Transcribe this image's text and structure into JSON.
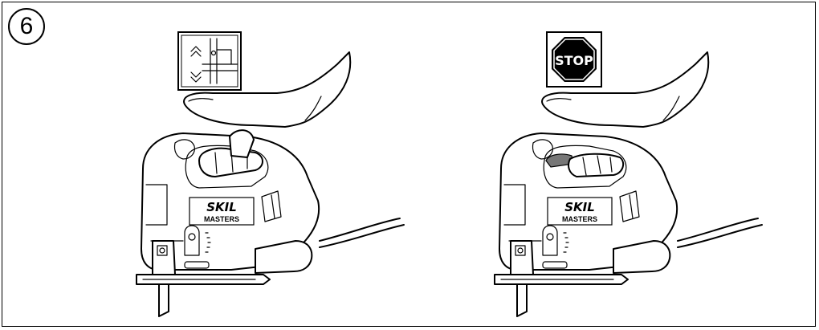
{
  "step": {
    "number": "6"
  },
  "left_panel": {
    "icon": "blade-height-adjust-icon",
    "brand_logo": "SKIL",
    "brand_sub": "MASTERS"
  },
  "right_panel": {
    "icon": "stop-sign-icon",
    "stop_text": "STOP",
    "brand_logo": "SKIL",
    "brand_sub": "MASTERS",
    "accent_color": "#777777"
  }
}
